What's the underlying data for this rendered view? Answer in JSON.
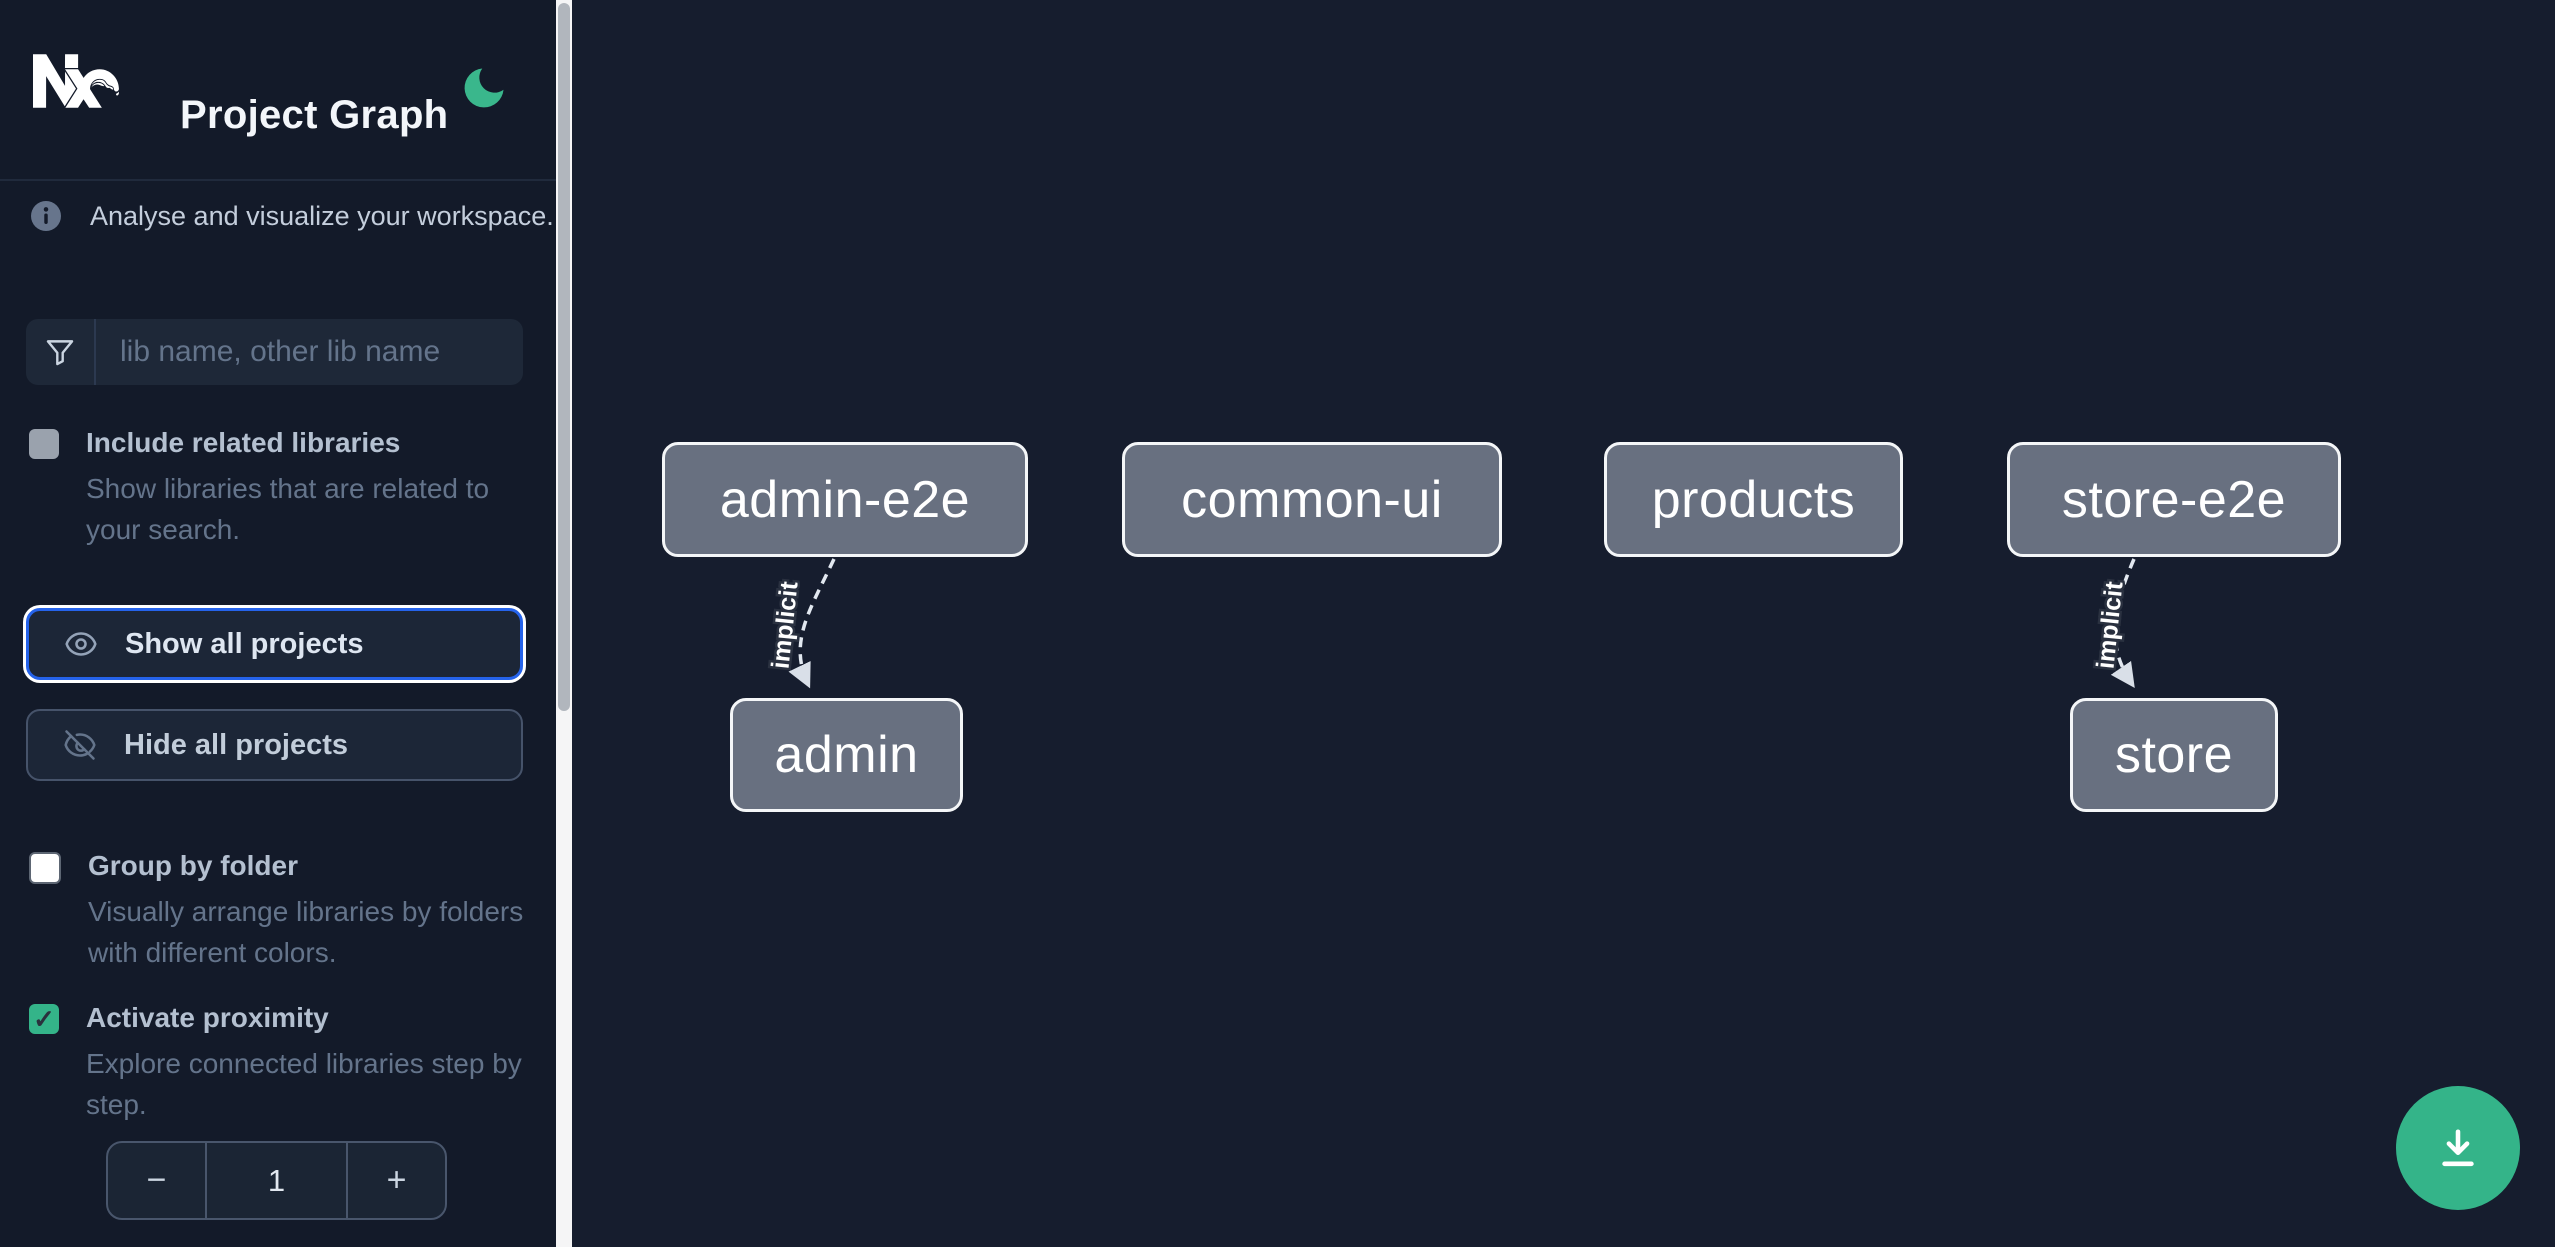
{
  "app": {
    "title": "Project Graph"
  },
  "sidebar": {
    "tagline": "Analyse and visualize your workspace.",
    "search": {
      "placeholder": "lib name, other lib name",
      "value": ""
    },
    "actions": {
      "show_all": "Show all projects",
      "hide_all": "Hide all projects"
    },
    "options": [
      {
        "label": "Include related libraries",
        "description": "Show libraries that are related to your search.",
        "checked": false
      },
      {
        "label": "Group by folder",
        "description": "Visually arrange libraries by folders with different colors.",
        "checked": false
      },
      {
        "label": "Activate proximity",
        "description": "Explore connected libraries step by step.",
        "checked": true
      }
    ],
    "proximity_stepper": {
      "decrement": "−",
      "value": "1",
      "increment": "+"
    }
  },
  "graph": {
    "nodes": [
      {
        "id": "admin-e2e"
      },
      {
        "id": "common-ui"
      },
      {
        "id": "products"
      },
      {
        "id": "store-e2e"
      },
      {
        "id": "admin"
      },
      {
        "id": "store"
      }
    ],
    "edges": [
      {
        "from": "admin-e2e",
        "to": "admin",
        "label": "implicit",
        "type": "implicit"
      },
      {
        "from": "store-e2e",
        "to": "store",
        "label": "implicit",
        "type": "implicit"
      }
    ]
  },
  "icons": {
    "logo": "nx-logo-icon",
    "theme": "moon-icon",
    "info": "info-icon",
    "search": "filter-funnel-icon",
    "show": "eye-icon",
    "hide": "eye-off-icon",
    "fab": "download-icon",
    "check_glyph": "✓"
  },
  "colors": {
    "accent_teal": "#34b489",
    "focus_blue": "#2563eb",
    "node_fill": "#687080",
    "node_border": "#f4f6f8",
    "sidebar_bg": "#131a29",
    "canvas_bg": "#161d2e"
  }
}
